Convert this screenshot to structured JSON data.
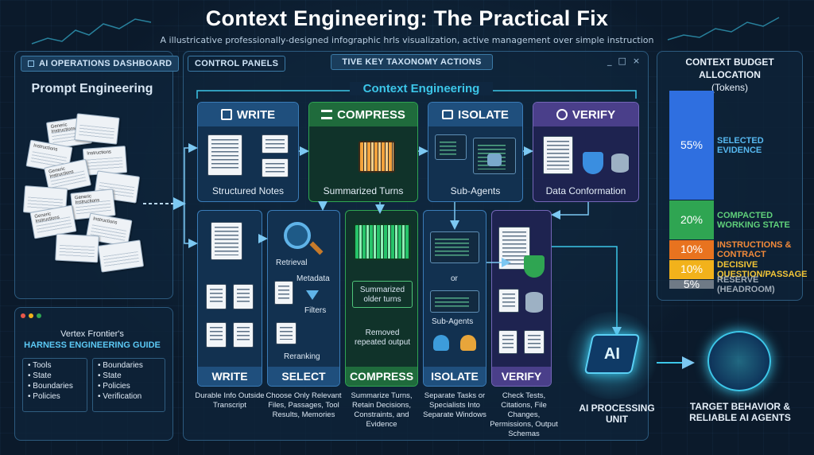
{
  "header": {
    "title": "Context Engineering: The Practical Fix",
    "subtitle": "A illustricative professionally-designed infographic hrls visualization, active management over simple instruction"
  },
  "left_panel": {
    "tag": "AI OPERATIONS DASHBOARD",
    "heading": "Prompt Engineering",
    "paper_label": "Generic Instructions",
    "paper_label_b": "Instructions"
  },
  "center_panel": {
    "tag": "CONTROL PANELS",
    "taxonomy_tag": "TIVE KEY TAXONOMY ACTIONS",
    "section_title": "Context Engineering",
    "window_controls": [
      "_",
      "□",
      "×"
    ]
  },
  "top_steps": [
    {
      "name": "WRITE",
      "caption": "Structured Notes"
    },
    {
      "name": "COMPRESS",
      "caption": "Summarized Turns"
    },
    {
      "name": "ISOLATE",
      "caption": "Sub-Agents"
    },
    {
      "name": "VERIFY",
      "caption": "Data Conformation"
    }
  ],
  "columns": [
    {
      "name": "WRITE",
      "description": "Durable Info Outside Transcript"
    },
    {
      "name": "SELECT",
      "description": "Choose Only Relevant Files, Passages, Tool Results, Memories"
    },
    {
      "name": "COMPRESS",
      "description": "Summarize Turns, Retain Decisions, Constraints, and Evidence"
    },
    {
      "name": "ISOLATE",
      "description": "Separate Tasks or Specialists Into Separate Windows"
    },
    {
      "name": "VERIFY",
      "description": "Check Tests, Citations, File Changes, Permissions, Output Schemas"
    }
  ],
  "select_items": {
    "retrieval": "Retrieval",
    "metadata": "Metadata",
    "filters": "Filters",
    "reranking": "Reranking"
  },
  "compress_items": {
    "summarized": "Summarized older turns",
    "removed": "Removed repeated output"
  },
  "isolate_items": {
    "or": "or",
    "subagents": "Sub-Agents"
  },
  "budget": {
    "title": "CONTEXT BUDGET ALLOCATION",
    "unit": "(Tokens)",
    "segments": [
      {
        "pct": "55%",
        "label": "SELECTED EVIDENCE",
        "value": 55,
        "color": "#2f6fe0",
        "label_color": "#56b8f0"
      },
      {
        "pct": "20%",
        "label": "COMPACTED WORKING STATE",
        "value": 20,
        "color": "#2fa552",
        "label_color": "#5fd07a"
      },
      {
        "pct": "10%",
        "label": "INSTRUCTIONS & CONTRACT",
        "value": 10,
        "color": "#e8731f",
        "label_color": "#f28a3a"
      },
      {
        "pct": "10%",
        "label": "DECISIVE QUESTION/PASSAGE",
        "value": 10,
        "color": "#f2b21b",
        "label_color": "#f4c636"
      },
      {
        "pct": "5%",
        "label": "RESERVE (HEADROOM)",
        "value": 5,
        "color": "#6f7a86",
        "label_color": "#a0acb8"
      }
    ]
  },
  "guide": {
    "line1": "Vertex Frontier's",
    "line2": "HARNESS ENGINEERING GUIDE",
    "col1": [
      "Tools",
      "State",
      "Boundaries",
      "Policies"
    ],
    "col2": [
      "Boundaries",
      "State",
      "Policies",
      "Verification"
    ]
  },
  "ai_unit": {
    "chip_label": "AI",
    "caption": "AI PROCESSING UNIT"
  },
  "target": {
    "caption": "TARGET BEHAVIOR & RELIABLE AI AGENTS"
  },
  "colors": {
    "write": "#2f6fa8",
    "compress": "#22864a",
    "isolate": "#2e6f99",
    "verify": "#5b4a9a",
    "accent_cyan": "#3cc6e8"
  }
}
